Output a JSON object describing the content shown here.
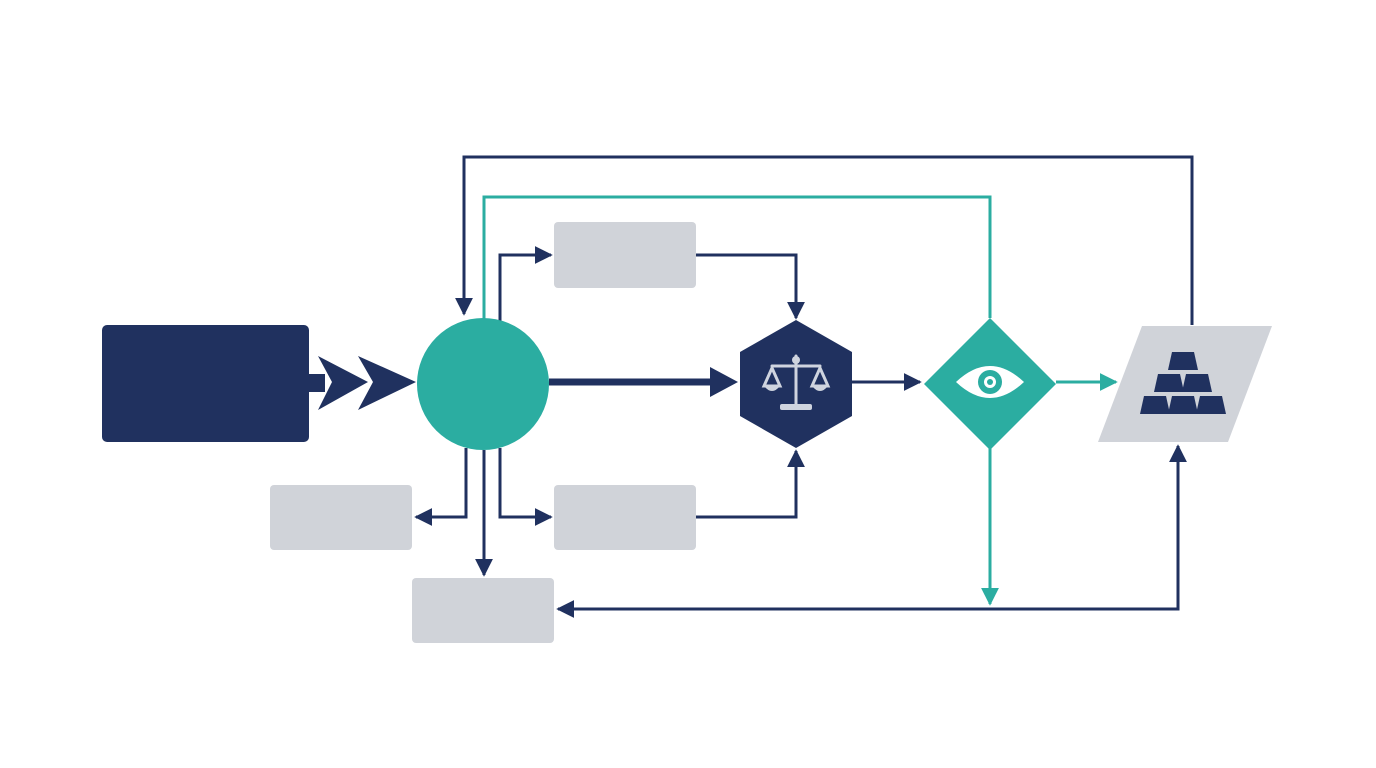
{
  "diagram": {
    "nodes": [
      {
        "id": "source-block",
        "shape": "rectangle",
        "label": ""
      },
      {
        "id": "hub-circle",
        "shape": "circle",
        "label": ""
      },
      {
        "id": "box-top",
        "shape": "rectangle",
        "label": ""
      },
      {
        "id": "box-middle-lower",
        "shape": "rectangle",
        "label": ""
      },
      {
        "id": "box-left-lower",
        "shape": "rectangle",
        "label": ""
      },
      {
        "id": "box-bottom",
        "shape": "rectangle",
        "label": ""
      },
      {
        "id": "justice-hexagon",
        "shape": "hexagon",
        "icon": "scales-icon",
        "label": ""
      },
      {
        "id": "oversight-diamond",
        "shape": "diamond",
        "icon": "eye-icon",
        "label": ""
      },
      {
        "id": "reserve-parallelogram",
        "shape": "parallelogram",
        "icon": "gold-bars-icon",
        "label": ""
      }
    ],
    "edges": [
      {
        "from": "source-block",
        "to": "hub-circle",
        "style": "double-chevron"
      },
      {
        "from": "hub-circle",
        "to": "justice-hexagon",
        "style": "thick"
      },
      {
        "from": "hub-circle",
        "to": "box-top"
      },
      {
        "from": "box-top",
        "to": "justice-hexagon"
      },
      {
        "from": "hub-circle",
        "to": "box-middle-lower"
      },
      {
        "from": "box-middle-lower",
        "to": "justice-hexagon"
      },
      {
        "from": "hub-circle",
        "to": "box-left-lower"
      },
      {
        "from": "hub-circle",
        "to": "box-bottom"
      },
      {
        "from": "justice-hexagon",
        "to": "oversight-diamond"
      },
      {
        "from": "oversight-diamond",
        "to": "reserve-parallelogram",
        "color": "teal"
      },
      {
        "from": "oversight-diamond",
        "to": "hub-circle",
        "color": "teal",
        "route": "loop-top"
      },
      {
        "from": "reserve-parallelogram",
        "to": "hub-circle",
        "route": "loop-top"
      },
      {
        "from": "oversight-diamond",
        "to": "bottom-route",
        "color": "teal"
      },
      {
        "from": "bottom-route",
        "to": "box-bottom"
      },
      {
        "from": "bottom-route",
        "to": "reserve-parallelogram"
      }
    ]
  },
  "colors": {
    "navy": "#20315f",
    "teal": "#2bada1",
    "gray": "#d0d3d9",
    "icon": "#cfd4df"
  }
}
